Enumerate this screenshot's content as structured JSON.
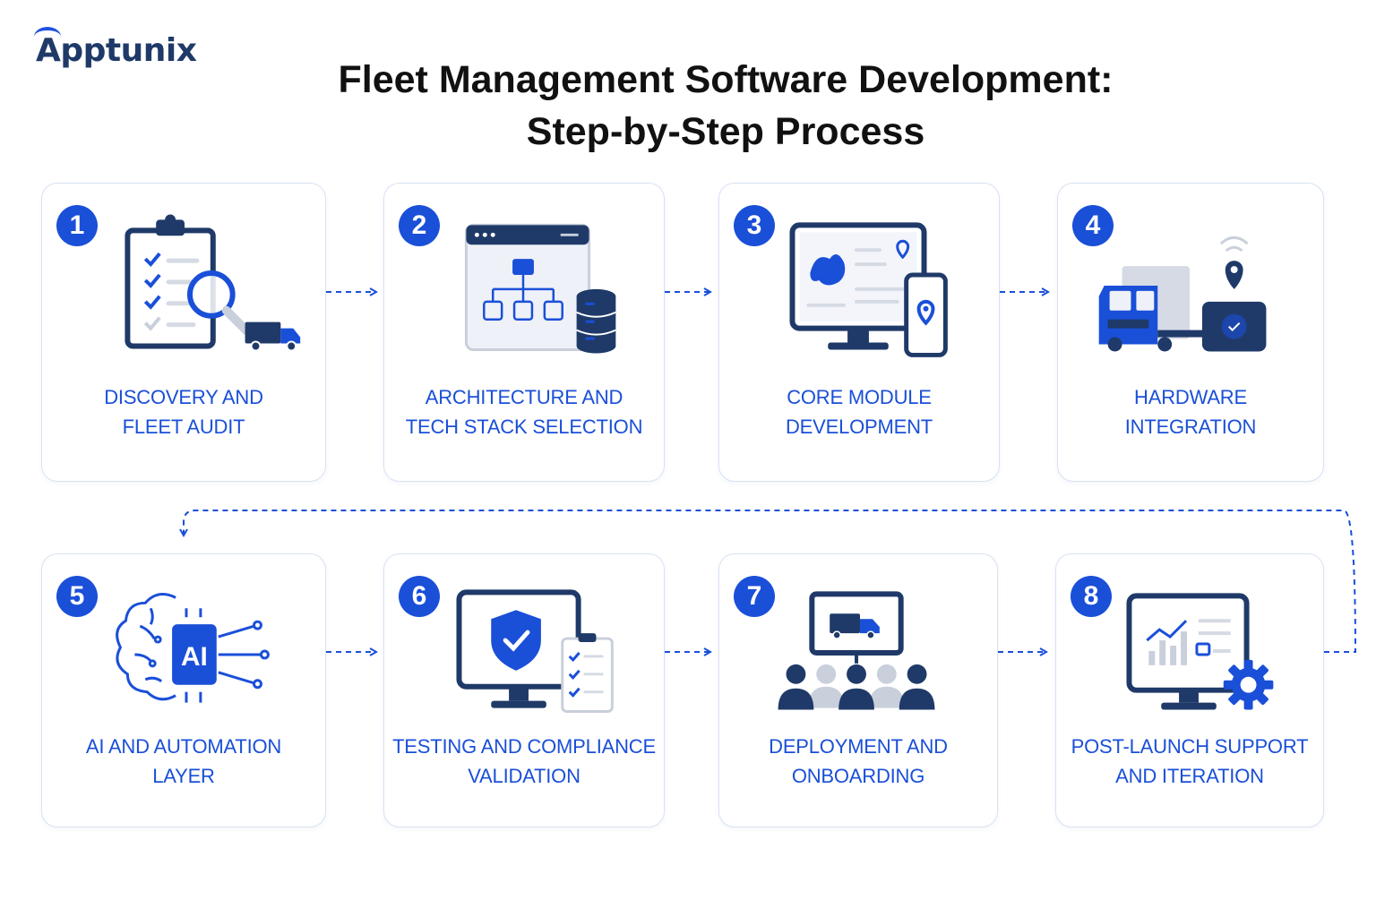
{
  "brand": {
    "name_first": "A",
    "name_rest": "pptunix"
  },
  "title_line1": "Fleet Management Software Development:",
  "title_line2": "Step-by-Step Process",
  "steps": [
    {
      "number": "1",
      "label": "DISCOVERY AND\nFLEET AUDIT",
      "icon": "clipboard-magnifier-truck-icon"
    },
    {
      "number": "2",
      "label": "ARCHITECTURE AND\nTECH STACK SELECTION",
      "icon": "browser-hierarchy-database-icon"
    },
    {
      "number": "3",
      "label": "CORE MODULE\nDEVELOPMENT",
      "icon": "monitor-map-phone-icon"
    },
    {
      "number": "4",
      "label": "HARDWARE\nINTEGRATION",
      "icon": "truck-gps-device-icon"
    },
    {
      "number": "5",
      "label": "AI AND AUTOMATION\nLAYER",
      "icon": "ai-brain-chip-icon"
    },
    {
      "number": "6",
      "label": "TESTING AND COMPLIANCE\nVALIDATION",
      "icon": "monitor-shield-checklist-icon"
    },
    {
      "number": "7",
      "label": "DEPLOYMENT AND\nONBOARDING",
      "icon": "presentation-audience-icon"
    },
    {
      "number": "8",
      "label": "POST-LAUNCH SUPPORT\nAND ITERATION",
      "icon": "monitor-analytics-gear-icon"
    }
  ],
  "colors": {
    "accent": "#1a4fd8",
    "navy": "#1f3a68",
    "card_border": "#d8e1f3",
    "light_gray": "#c9cfdb"
  }
}
